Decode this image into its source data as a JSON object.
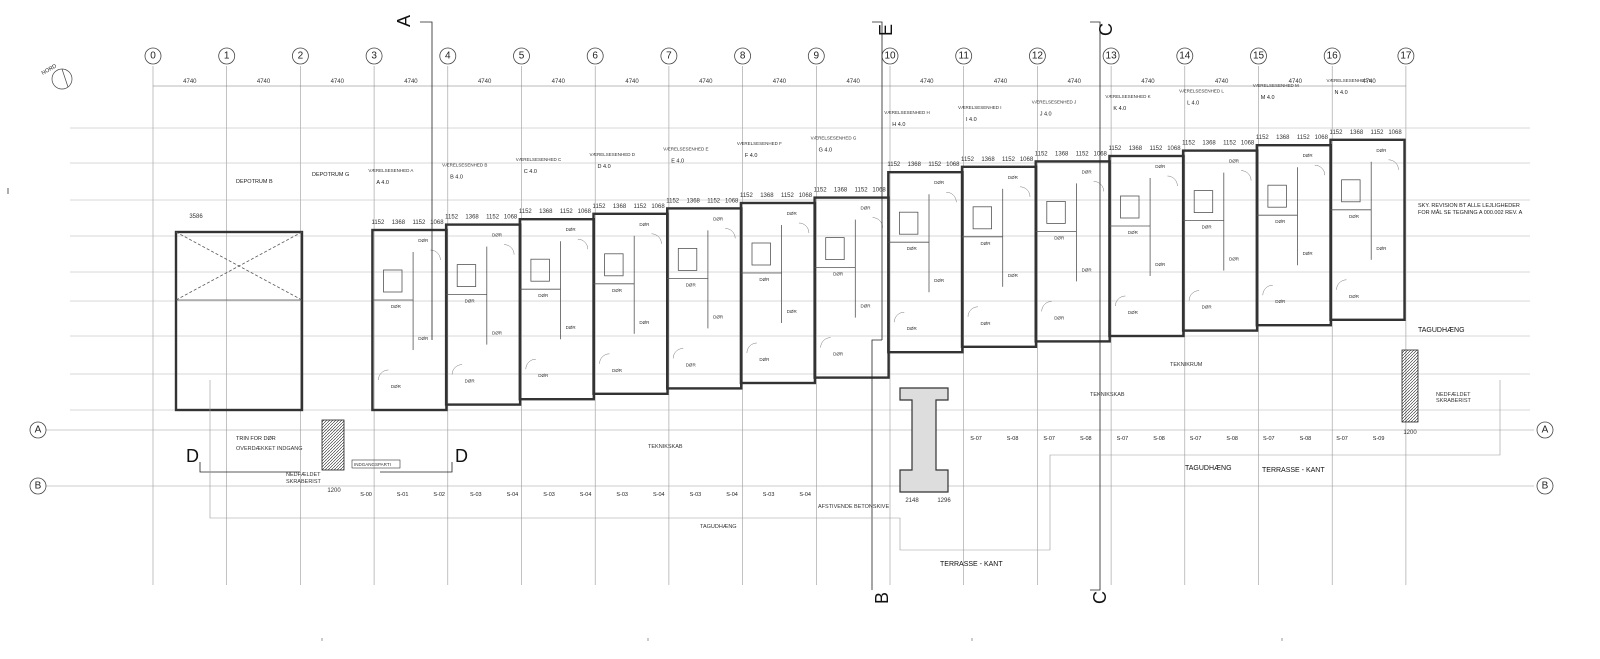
{
  "north": {
    "label": "NORD"
  },
  "grid_columns": [
    "0",
    "1",
    "2",
    "3",
    "4",
    "5",
    "6",
    "7",
    "8",
    "9",
    "10",
    "11",
    "12",
    "13",
    "14",
    "15",
    "16",
    "17"
  ],
  "grid_rows": [
    "A",
    "B"
  ],
  "column_spacing": "4740",
  "sections": {
    "A": "A",
    "B": "B",
    "C": "C",
    "D": "D",
    "E": "E"
  },
  "revision_note": {
    "line1": "SKY. REVISION BT ALLE LEJLIGHEDER",
    "line2": "FOR MÅL SE TEGNING A 000.002 REV. A"
  },
  "labels": {
    "depotrum_b": "DEPOTRUM B",
    "depotrum_g": "DEPOTRUM G",
    "tagudhaeng_right": "TAGUDHÆNG",
    "tagudhaeng_bottom": "TAGUDHÆNG",
    "tagudhaeng_lower": "TAGUDHÆNG",
    "terrasse_kant_1": "TERRASSE - KANT",
    "terrasse_kant_2": "TERRASSE - KANT",
    "nedfaeldet_left": "NEDFÆLDET",
    "skraberist_left": "SKRABERIST",
    "nedfaeldet_right": "NEDFÆLDET",
    "skraberist_right": "SKRABERIST",
    "trin_for_dor": "TRIN FOR DØR",
    "overdaekket_indgang": "OVERDÆKKET INDGANG",
    "indgangsparti": "INDGANGSPARTI",
    "afstivende": "AFSTIVENDE BETONSKIVE",
    "teknikskab": "TEKNIKSKAB",
    "tekniskab_2": "TEKNIKSKAB",
    "tekniskrum": "TEKNIKRUM"
  },
  "units": [
    {
      "heading": "VÆRELSESENHED A",
      "code": "A 4.0"
    },
    {
      "heading": "VÆRELSESENHED B",
      "code": "B 4.0"
    },
    {
      "heading": "VÆRELSESENHED C",
      "code": "C 4.0"
    },
    {
      "heading": "VÆRELSESENHED D",
      "code": "D 4.0"
    },
    {
      "heading": "VÆRELSESENHED E",
      "code": "E 4.0"
    },
    {
      "heading": "VÆRELSESENHED F",
      "code": "F 4.0"
    },
    {
      "heading": "VÆRELSESENHED G",
      "code": "G 4.0"
    },
    {
      "heading": "VÆRELSESENHED H",
      "code": "H 4.0"
    },
    {
      "heading": "VÆRELSESENHED I",
      "code": "I 4.0"
    },
    {
      "heading": "VÆRELSESENHED J",
      "code": "J 4.0"
    },
    {
      "heading": "VÆRELSESENHED K",
      "code": "K 4.0"
    },
    {
      "heading": "VÆRELSESENHED L",
      "code": "L 4.0"
    },
    {
      "heading": "VÆRELSESENHED M",
      "code": "M 4.0"
    },
    {
      "heading": "VÆRELSESENHED N",
      "code": "N 4.0"
    }
  ],
  "door_label": "DØR",
  "sub_dims": [
    "1152",
    "1368",
    "1152",
    "1068"
  ],
  "bottom_tags": [
    "S-00",
    "S-01",
    "S-02",
    "S-03",
    "S-04",
    "S-03",
    "S-04",
    "S-03",
    "S-04",
    "S-03",
    "S-04",
    "S-03",
    "S-04"
  ],
  "right_tags": [
    "S-07",
    "S-08",
    "S-07",
    "S-08",
    "S-07",
    "S-08",
    "S-07",
    "S-08",
    "S-07",
    "S-08",
    "S-07",
    "S-09"
  ],
  "dims_bottom": {
    "d1200_left": "1200",
    "d2148": "2148",
    "d1296": "1296",
    "d1200_right": "1200",
    "d3586": "3586"
  }
}
